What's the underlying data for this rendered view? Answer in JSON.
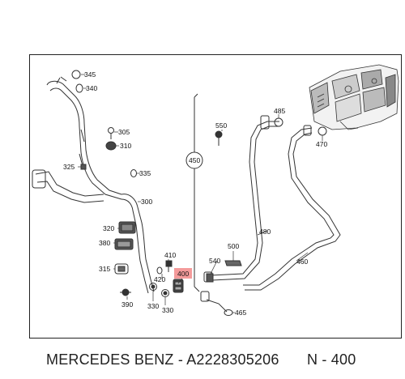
{
  "callouts": {
    "c345": "345",
    "c340": "340",
    "c305": "305",
    "c310": "310",
    "c325": "325",
    "c335": "335",
    "c300": "300",
    "c320": "320",
    "c380": "380",
    "c315": "315",
    "c390": "390",
    "c330a": "330",
    "c330b": "330",
    "c410": "410",
    "c400": "400",
    "c420": "420",
    "c540": "540",
    "c500": "500",
    "c480": "480",
    "c460": "460",
    "c465": "465",
    "c450": "450",
    "c550": "550",
    "c485": "485",
    "c470": "470"
  },
  "caption": {
    "part_text": "MERCEDES BENZ - A2228305206",
    "position_text": "N - 400"
  },
  "colors": {
    "highlight": "#f28a8a",
    "line": "#333333",
    "caption_text": "#222222"
  }
}
